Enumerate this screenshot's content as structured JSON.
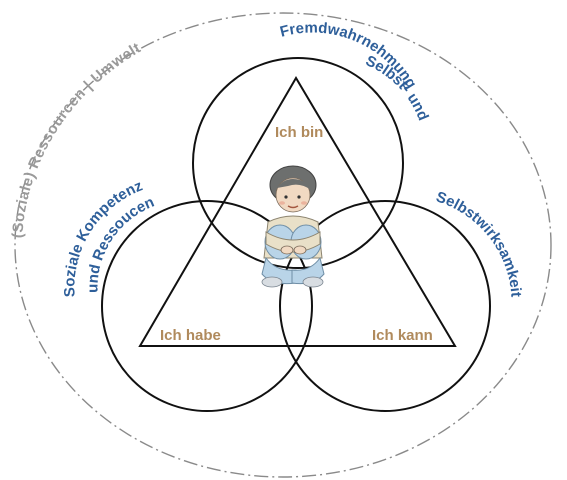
{
  "outer_ring_label": "(Soziale) Ressourcen | Umwelt",
  "circle_labels": {
    "top_line1": "Fremdwahrnehmung",
    "top_line2": "Selbst- und",
    "left_line1": "Soziale Kompetenz",
    "left_line2": "und Ressoucen",
    "right": "Selbstwirksamkeit"
  },
  "triangle_labels": {
    "top": "Ich bin",
    "left": "Ich habe",
    "right": "Ich kann"
  },
  "colors": {
    "outer_ring_text": "#9a9a9a",
    "circle_label_text": "#2e5f9a",
    "triangle_label_text": "#b08a5c",
    "line": "#111111"
  },
  "figure_icon": "seated-child-illustration"
}
